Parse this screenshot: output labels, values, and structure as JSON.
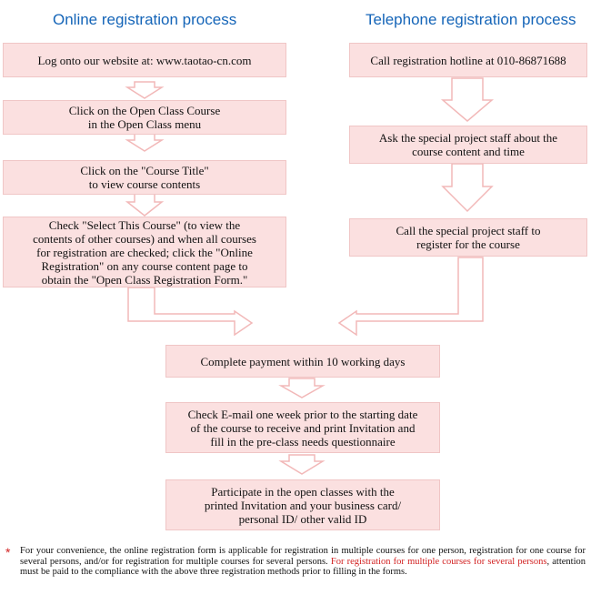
{
  "headings": {
    "online": "Online registration process",
    "telephone": "Telephone registration process"
  },
  "online_steps": [
    [
      "Log onto our website at: www.taotao-cn.com"
    ],
    [
      "Click on the Open Class Course",
      "in the Open Class menu"
    ],
    [
      "Click on the \"Course Title\"",
      "to view course contents"
    ],
    [
      "Check \"Select This Course\" (to view the",
      "contents of other courses) and when all courses",
      "for registration are checked; click the \"Online",
      "Registration\" on any course content page to",
      "obtain the \"Open Class Registration Form.\""
    ]
  ],
  "telephone_steps": [
    [
      "Call registration hotline at 010-86871688"
    ],
    [
      "Ask the special project staff about the",
      "course content and time"
    ],
    [
      "Call the special project staff to",
      "register for the course"
    ]
  ],
  "common_steps": [
    [
      "Complete payment within 10 working days"
    ],
    [
      "Check E-mail one week prior to the starting date",
      "of the course to receive and print Invitation and",
      "fill in the pre-class needs questionnaire"
    ],
    [
      "Participate in the open classes with the",
      "printed Invitation and your business card/",
      "personal ID/ other valid ID"
    ]
  ],
  "note": {
    "marker": "*",
    "text_before": "For your convenience, the online registration form is applicable for registration in multiple courses for one person, registration for one course for several persons, and/or for registration for multiple courses for several persons. ",
    "text_red": "For registration for multiple courses for several persons",
    "text_after": ", attention must be paid to the compliance with the above three registration methods prior to filling in the forms."
  },
  "colors": {
    "heading": "#1565b8",
    "box_fill": "#fbe0e0",
    "arrow_stroke": "#f2b8b8",
    "note_red": "#d22222"
  }
}
